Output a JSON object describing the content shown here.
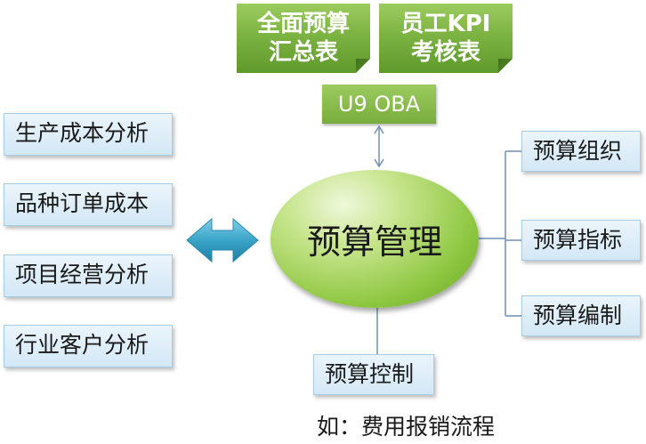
{
  "top_cards": [
    {
      "line1": "全面预算",
      "line2": "汇总表"
    },
    {
      "line1": "员工KPI",
      "line2": "考核表"
    }
  ],
  "oba_label": "U9 OBA",
  "center_label": "预算管理",
  "left_items": [
    "生产成本分析",
    "品种订单成本",
    "项目经营分析",
    "行业客户分析"
  ],
  "right_items": [
    "预算组织",
    "预算指标",
    "预算编制"
  ],
  "bottom_item": "预算控制",
  "caption": "如：费用报销流程",
  "colors": {
    "green": "#7cb342",
    "box_fill": "#dcecf8",
    "arrow": "#3aa4c8",
    "connector": "#6f8fb3"
  }
}
